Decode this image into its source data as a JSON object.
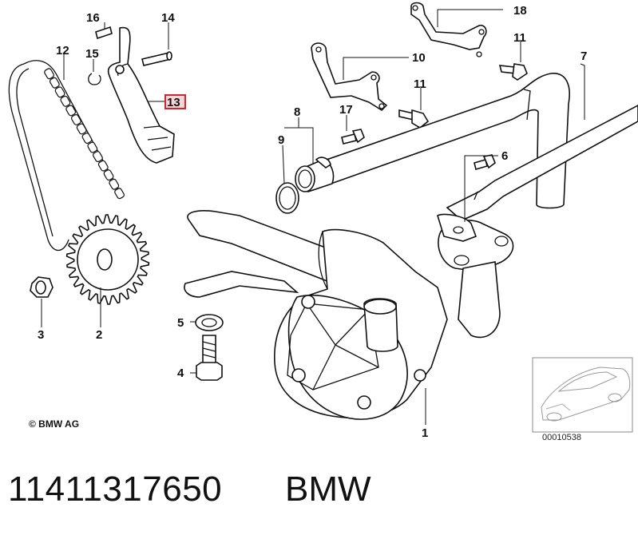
{
  "callouts": {
    "c1": "1",
    "c2": "2",
    "c3": "3",
    "c4": "4",
    "c5": "5",
    "c6": "6",
    "c7": "7",
    "c8": "8",
    "c9": "9",
    "c10": "10",
    "c11a": "11",
    "c11b": "11",
    "c12": "12",
    "c13": "13",
    "c15": "15",
    "c16": "16",
    "c17": "17",
    "c18": "18"
  },
  "highlight_color": "#d0282a",
  "copyright": "© BMW AG",
  "ref_number": "00010538",
  "part_number": "11411317650",
  "brand": "BMW"
}
